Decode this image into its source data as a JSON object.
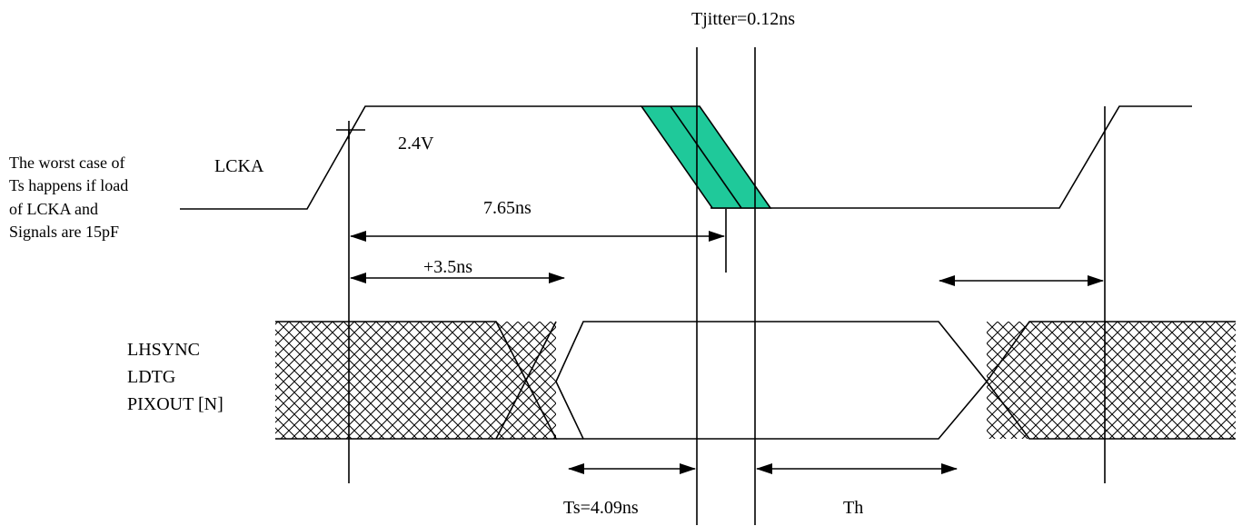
{
  "labels": {
    "tjitter": "Tjitter=0.12ns",
    "lcka": "LCKA",
    "voltage": "2.4V",
    "t765": "7.65ns",
    "t35": "+3.5ns",
    "sig_lhsync": "LHSYNC",
    "sig_ldtg": "LDTG",
    "sig_pixout": "PIXOUT [N]",
    "ts": "Ts=4.09ns",
    "th": "Th"
  },
  "note": {
    "lines": [
      "The worst case of",
      "Ts happens if load",
      "of LCKA and",
      "Signals are 15pF"
    ]
  },
  "colors": {
    "jitter_fill": "#1fc99a",
    "line": "#000000"
  }
}
